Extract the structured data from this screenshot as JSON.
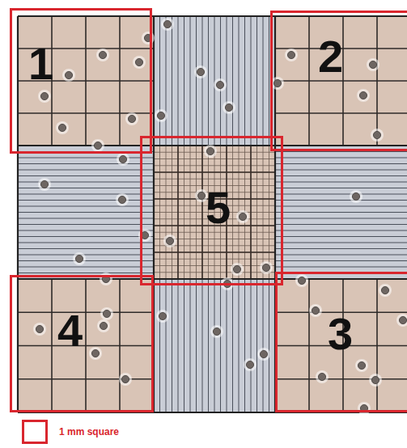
{
  "diagram": {
    "nodes": [
      {
        "text": [
          "1"
        ]
      },
      {
        "text": [
          "2"
        ]
      },
      {
        "text": [
          "5"
        ]
      },
      {
        "text": [
          "4"
        ]
      },
      {
        "text": [
          "3"
        ]
      }
    ],
    "legend": [
      {
        "text": "1 mm square"
      }
    ]
  }
}
